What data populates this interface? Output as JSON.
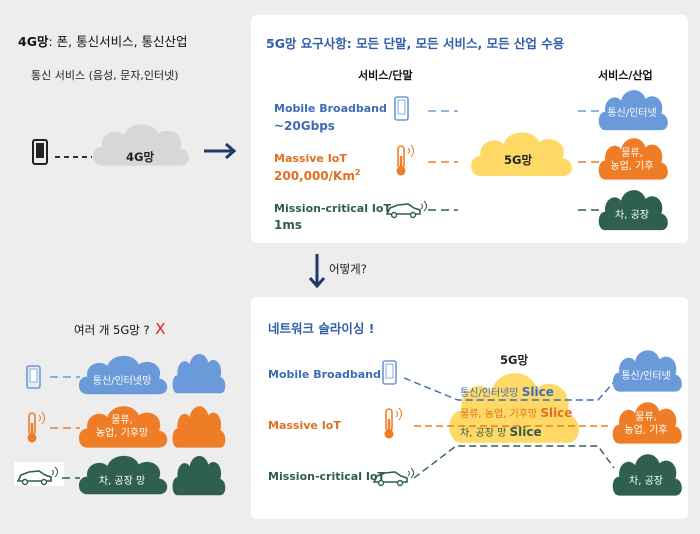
{
  "left_top": {
    "title_bold": "4G망",
    "title_rest": ": 폰, 통신서비스, 통신산업",
    "subtitle": "통신 서비스 (음성, 문자,인터넷)",
    "cloud_label": "4G망"
  },
  "right_top": {
    "title": "5G망 요구사항: 모든 단말, 모든 서비스, 모든 산업 수용",
    "col_device": "서비스/단말",
    "col_industry": "서비스/산업",
    "rows": [
      {
        "name": "Mobile Broadband",
        "value": "~20Gbps"
      },
      {
        "name": "Massive IoT",
        "value": "200,000/Km",
        "sup": "2"
      },
      {
        "name": "Mission-critical IoT",
        "value": "1ms"
      }
    ],
    "center_cloud": "5G망",
    "right_clouds": [
      "통신/인터넷",
      "물류,\n농업, 기후",
      "차, 공장"
    ]
  },
  "mid": {
    "question": "어떻게?"
  },
  "left_bottom": {
    "title": "여러 개 5G망 ?",
    "mark": "X",
    "clouds": [
      "통신/인터넷망",
      "물류,\n농업, 기후망",
      "차, 공장 망"
    ]
  },
  "right_bottom": {
    "title": "네트워크 슬라이싱 !",
    "cloud_title": "5G망",
    "rows": [
      "Mobile Broadband",
      "Massive IoT",
      "Mission-critical IoT"
    ],
    "slices": [
      {
        "text": "통신/인터넷망",
        "suffix": "Slice"
      },
      {
        "text": "물류, 농업, 기후망",
        "suffix": "Slice"
      },
      {
        "text": "차, 공장 망",
        "suffix": "Slice"
      }
    ],
    "right_clouds": [
      "통신/인터넷",
      "물류,\n농업, 기후",
      "차, 공장"
    ]
  },
  "colors": {
    "blue": "#6a9ad9",
    "orange": "#ee7d25",
    "green": "#2f5f50",
    "yellow": "#ffd966",
    "gray": "#d7d7d7",
    "navy": "#1f3a68"
  }
}
